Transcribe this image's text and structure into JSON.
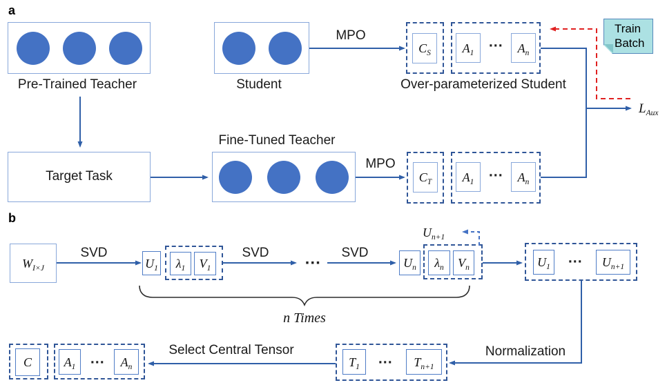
{
  "colors": {
    "circle_fill": "#4472c4",
    "solid_box_border": "#88a7da",
    "dashed_group_border": "#2f5597",
    "arrow_blue": "#2f5fa8",
    "arrow_red": "#e02020",
    "feedback_arrow_blue": "#4472c4",
    "train_batch_fill": "#ace1e3",
    "text": "#1a1a1a"
  },
  "panel_a": {
    "label": "a",
    "pretrained_teacher": "Pre-Trained Teacher",
    "student": "Student",
    "mpo_top": "MPO",
    "mpo_bottom": "MPO",
    "overparam_student": "Over-parameterized Student",
    "fine_tuned_teacher": "Fine-Tuned Teacher",
    "target_task": "Target Task",
    "train_batch": "Train Batch",
    "loss": {
      "main": "L",
      "sub": "Aux"
    },
    "core_s": {
      "main": "C",
      "sub": "S"
    },
    "core_t": {
      "main": "C",
      "sub": "T"
    },
    "aux_first": {
      "main": "A",
      "sub": "1"
    },
    "aux_last": {
      "main": "A",
      "sub": "n"
    },
    "dots": "···"
  },
  "panel_b": {
    "label": "b",
    "w": {
      "main": "W",
      "sub": "I×J"
    },
    "svd1": "SVD",
    "svd2": "SVD",
    "svd3": "SVD",
    "dots": "···",
    "u1": {
      "main": "U",
      "sub": "1"
    },
    "lambda1": {
      "main": "λ",
      "sub": "1"
    },
    "v1": {
      "main": "V",
      "sub": "1"
    },
    "un": {
      "main": "U",
      "sub": "n"
    },
    "lambdan": {
      "main": "λ",
      "sub": "n"
    },
    "vn": {
      "main": "V",
      "sub": "n"
    },
    "u_np1_note": {
      "main": "U",
      "sub": "n+1"
    },
    "u_row_first": {
      "main": "U",
      "sub": "1"
    },
    "u_row_last": {
      "main": "U",
      "sub": "n+1"
    },
    "n_times": "n Times",
    "normalization": "Normalization",
    "select_central_tensor": "Select Central Tensor",
    "t_first": {
      "main": "T",
      "sub": "1"
    },
    "t_last": {
      "main": "T",
      "sub": "n+1"
    },
    "c_core": {
      "main": "C",
      "sub": ""
    },
    "a_first": {
      "main": "A",
      "sub": "1"
    },
    "a_last": {
      "main": "A",
      "sub": "n"
    }
  }
}
